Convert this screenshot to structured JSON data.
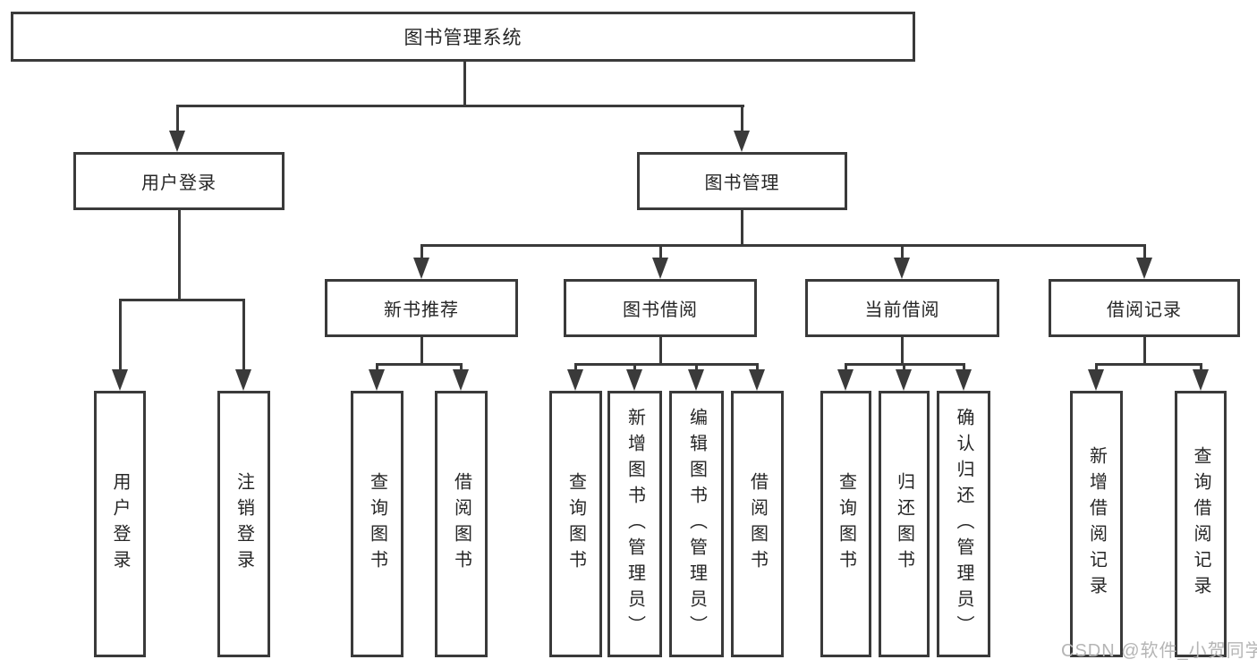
{
  "diagram_title": "图书管理系统",
  "tree": {
    "label": "图书管理系统",
    "children": [
      {
        "label": "用户登录",
        "children": [
          {
            "label": "用户登录"
          },
          {
            "label": "注销登录"
          }
        ]
      },
      {
        "label": "图书管理",
        "children": [
          {
            "label": "新书推荐",
            "children": [
              {
                "label": "查询图书"
              },
              {
                "label": "借阅图书"
              }
            ]
          },
          {
            "label": "图书借阅",
            "children": [
              {
                "label": "查询图书"
              },
              {
                "label": "新增图书（管理员）"
              },
              {
                "label": "编辑图书（管理员）"
              },
              {
                "label": "借阅图书"
              }
            ]
          },
          {
            "label": "当前借阅",
            "children": [
              {
                "label": "查询图书"
              },
              {
                "label": "归还图书"
              },
              {
                "label": "确认归还（管理员）"
              }
            ]
          },
          {
            "label": "借阅记录",
            "children": [
              {
                "label": "新增借阅记录"
              },
              {
                "label": "查询借阅记录"
              }
            ]
          }
        ]
      }
    ]
  },
  "watermark": {
    "text": "CSDN @软件_小贺同学"
  },
  "colors": {
    "line": "#3a3a3a",
    "box_border": "#3a3a3a",
    "text": "#262626",
    "background": "#ffffff",
    "watermark": "#b5b5b5"
  }
}
